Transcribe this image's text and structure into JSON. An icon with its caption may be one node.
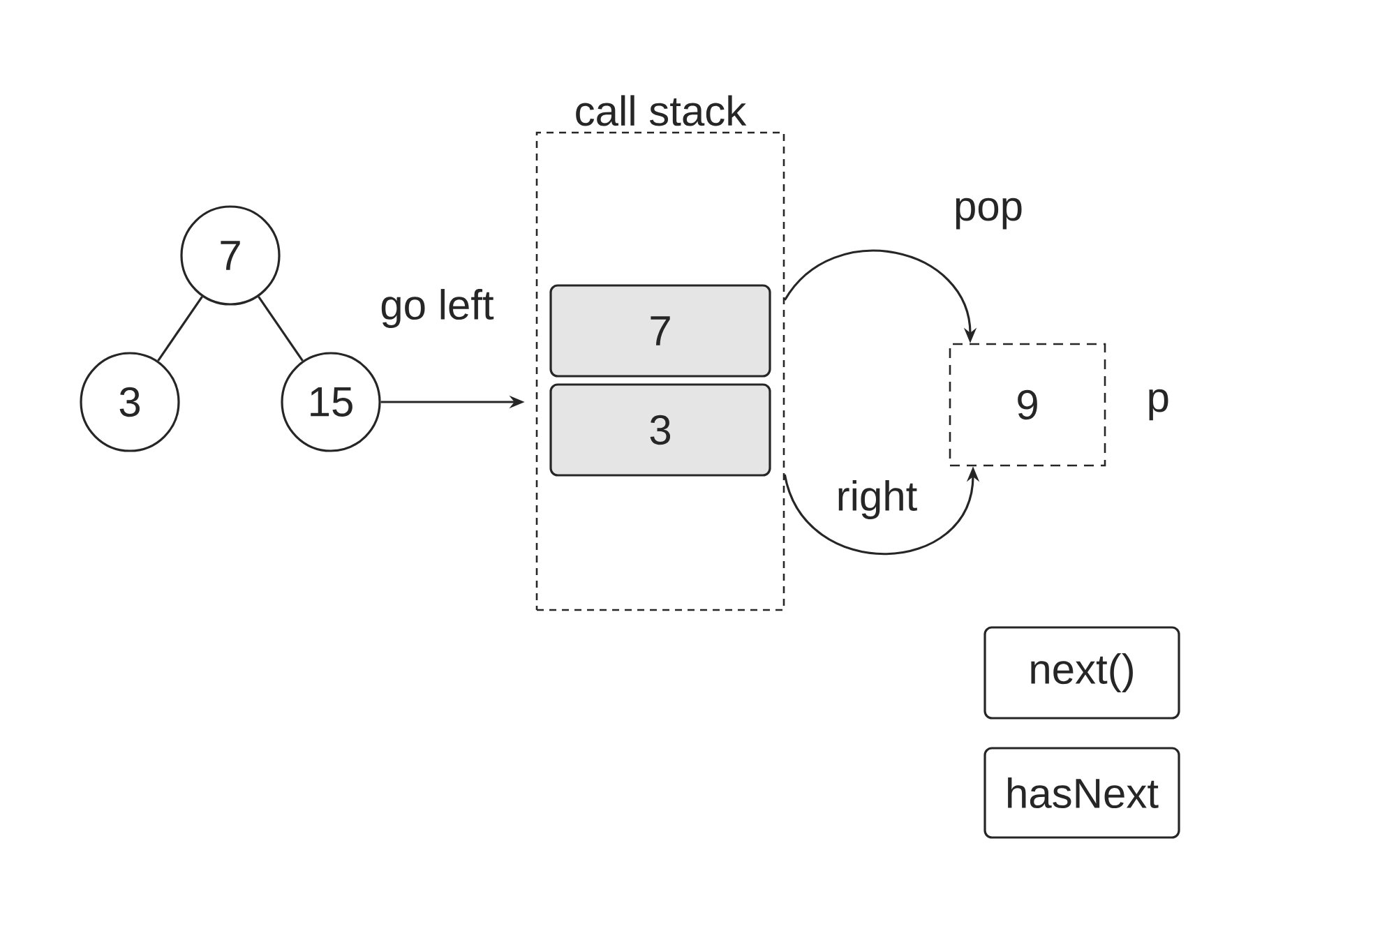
{
  "diagram": {
    "nodes": [
      {
        "text": [
          "7"
        ]
      },
      {
        "text": [
          "3"
        ]
      },
      {
        "text": [
          "15"
        ]
      },
      {
        "text": [
          "call stack"
        ]
      },
      {
        "text": [
          "7"
        ],
        "in": 3
      },
      {
        "text": [
          "3"
        ],
        "in": 3
      },
      {
        "text": [
          "9"
        ],
        "beside": [
          "p"
        ]
      },
      {
        "text": [
          "next()"
        ]
      },
      {
        "text": [
          "hasNext"
        ]
      }
    ],
    "edges": [
      {
        "from": 0,
        "to": 1,
        "arrow": "none"
      },
      {
        "from": 0,
        "to": 2,
        "arrow": "none"
      },
      {
        "from": 2,
        "to": 3,
        "arrow": "to",
        "label": "go left"
      },
      {
        "from": 3,
        "to": 6,
        "arrow": "to",
        "label": "pop"
      },
      {
        "from": 3,
        "to": 6,
        "arrow": "to",
        "label": "right"
      }
    ]
  }
}
